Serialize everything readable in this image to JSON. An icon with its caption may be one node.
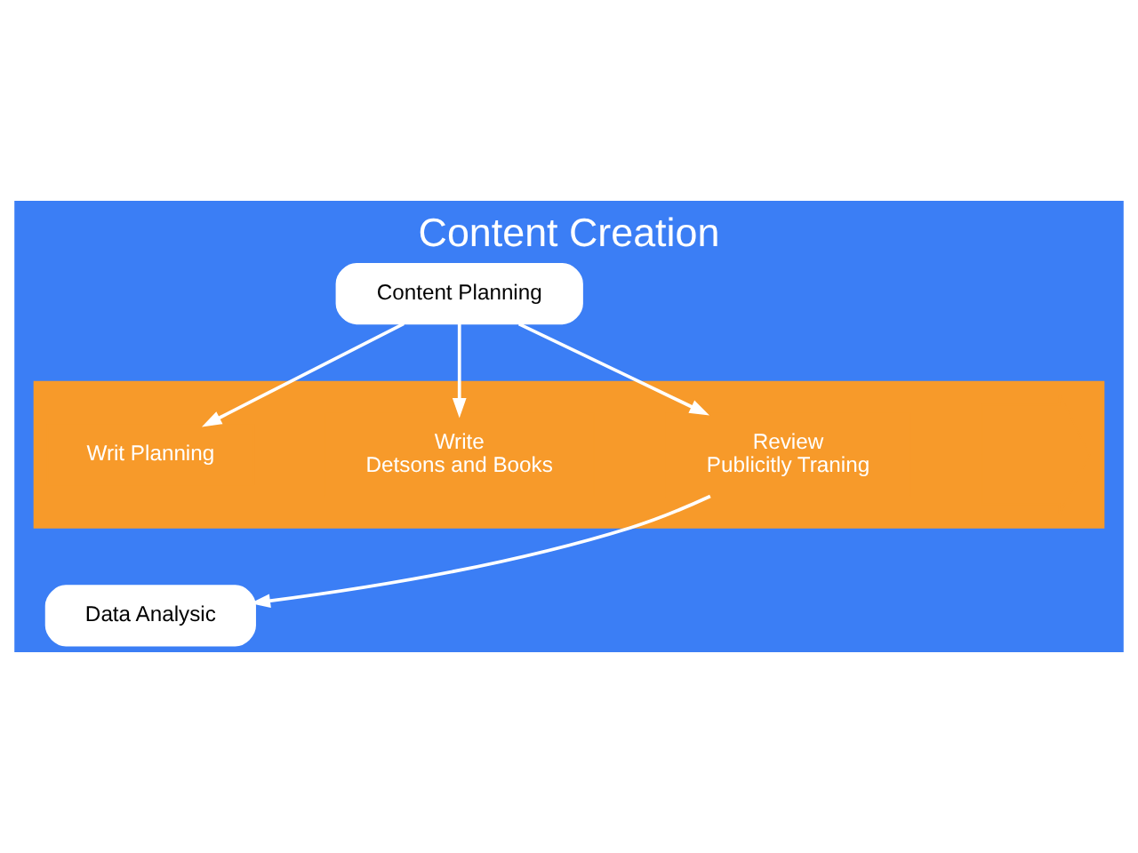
{
  "diagram": {
    "title": "Content Creation",
    "nodes": [
      {
        "text": [
          "Content Planning"
        ]
      },
      {
        "text": [],
        "shape": "arrow"
      },
      {
        "text": [
          "Writ Planning"
        ],
        "in": 1
      },
      {
        "text": [
          "Write",
          "Detsons and Books"
        ],
        "in": 1
      },
      {
        "text": [
          "Review",
          "Publicitly Traning"
        ],
        "in": 1
      },
      {
        "text": [
          "Data Analysic"
        ]
      }
    ],
    "edges": [
      {
        "from": 0,
        "to": 2,
        "arrow": "to"
      },
      {
        "from": 0,
        "to": 3,
        "arrow": "to"
      },
      {
        "from": 0,
        "to": 4,
        "arrow": "to"
      },
      {
        "from": 4,
        "to": 5,
        "arrow": "to"
      }
    ]
  }
}
